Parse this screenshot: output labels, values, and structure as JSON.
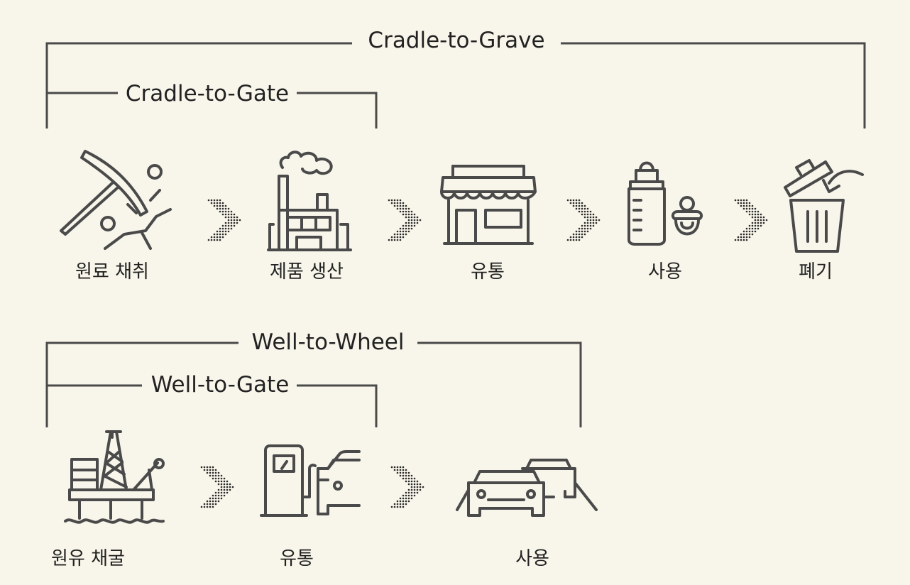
{
  "colors": {
    "background": "#f8f6ea",
    "line": "#4a4a4a",
    "text": "#222222"
  },
  "product_lifecycle": {
    "outer_bracket": "Cradle-to-Grave",
    "inner_bracket": "Cradle-to-Gate",
    "stages": [
      {
        "label": "원료 채취",
        "icon": "pickaxe-icon"
      },
      {
        "label": "제품 생산",
        "icon": "factory-icon"
      },
      {
        "label": "유통",
        "icon": "store-icon"
      },
      {
        "label": "사용",
        "icon": "baby-bottle-icon"
      },
      {
        "label": "폐기",
        "icon": "trash-can-icon"
      }
    ]
  },
  "fuel_lifecycle": {
    "outer_bracket": "Well-to-Wheel",
    "inner_bracket": "Well-to-Gate",
    "stages": [
      {
        "label": "원유 채굴",
        "icon": "oil-rig-icon"
      },
      {
        "label": "유통",
        "icon": "fuel-pump-icon"
      },
      {
        "label": "사용",
        "icon": "cars-icon"
      }
    ]
  }
}
